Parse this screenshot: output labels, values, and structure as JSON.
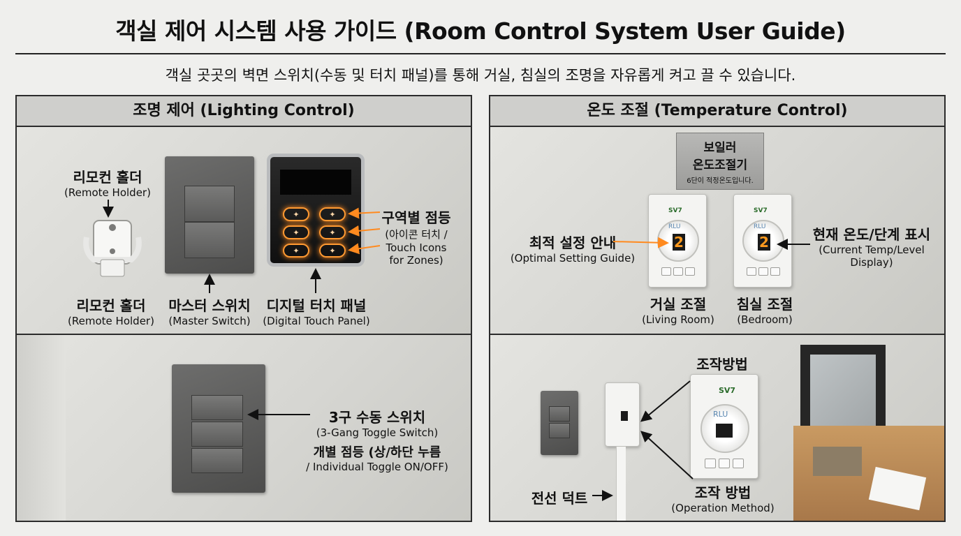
{
  "header": {
    "title": "객실 제어 시스템 사용 가이드 (Room Control System User Guide)",
    "subtitle": "객실 곳곳의 벽면 스위치(수동 및 터치 패널)를 통해 거실, 침실의 조명을 자유롭게 켜고 끌 수 있습니다."
  },
  "lighting": {
    "heading": "조명 제어 (Lighting Control)",
    "remote_holder_top": {
      "ko": "리모컨 홀더",
      "en": "(Remote Holder)"
    },
    "remote_holder_bottom": {
      "ko": "리모컨 홀더",
      "en": "(Remote Holder)"
    },
    "master_switch": {
      "ko": "마스터 스위치",
      "en": "(Master Switch)"
    },
    "digital_panel": {
      "ko": "디지털 터치 패널",
      "en": "(Digital Touch Panel)"
    },
    "zones": {
      "ko": "구역별 점등",
      "en_1": "(아이콘 터치 /",
      "en_2": "Touch Icons",
      "en_3": "for Zones)"
    },
    "toggle_switch": {
      "ko": "3구 수동 스위치",
      "en": "(3-Gang Toggle Switch)"
    },
    "individual": {
      "ko": "개별 점등 (상/하단 누름",
      "en": "/ Individual Toggle ON/OFF)"
    }
  },
  "temperature": {
    "heading": "온도 조절 (Temperature Control)",
    "plaque": {
      "line1": "보일러",
      "line2": "온도조절기",
      "line3": "6단이 적정온도입니다."
    },
    "optimal": {
      "ko": "최적 설정 안내",
      "en": "(Optimal Setting Guide)"
    },
    "current_display": {
      "ko": "현재 온도/단계 표시",
      "en_1": "(Current Temp/Level",
      "en_2": "Display)"
    },
    "living": {
      "ko": "거실 조절",
      "en": "(Living Room)"
    },
    "bedroom": {
      "ko": "침실 조절",
      "en": "(Bedroom)"
    },
    "thermostat_digit": "2",
    "brand": "SV7",
    "dial_brand": "RLU",
    "operation_top": "조작방법",
    "operation_bottom": {
      "ko": "조작 방법",
      "en": "(Operation Method)"
    },
    "cable_duct": "전선 덕트"
  },
  "colors": {
    "accent_orange": "#ff8a1f",
    "panel_border": "#2b2b2b"
  }
}
